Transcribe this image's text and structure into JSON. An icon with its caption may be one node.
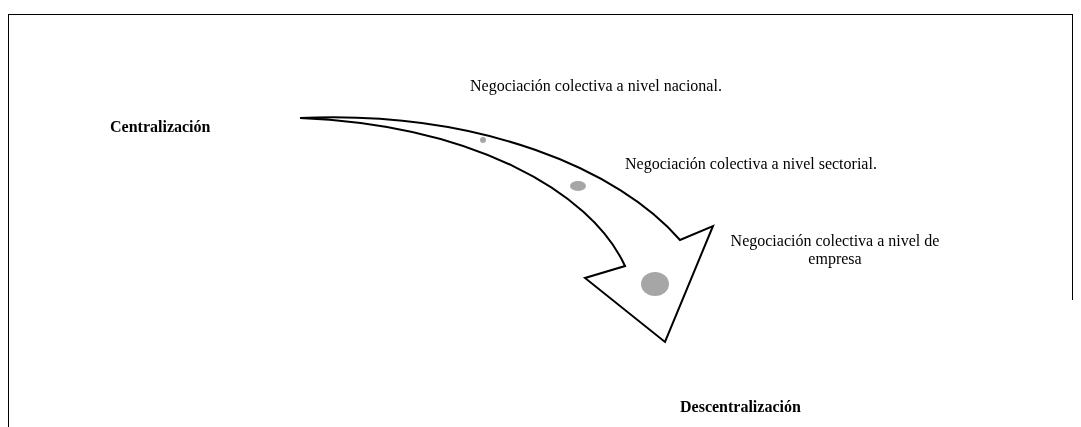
{
  "diagram": {
    "nodes": [
      {
        "text": [
          "Centralización"
        ]
      },
      {
        "text": [
          "Descentralización"
        ]
      },
      {
        "text": [],
        "shape": "circle",
        "beside": [
          "Negociación colectiva a nivel nacional."
        ]
      },
      {
        "text": [],
        "shape": "circle",
        "beside": [
          "Negociación colectiva a nivel sectorial."
        ]
      },
      {
        "text": [],
        "shape": "circle",
        "beside": [
          "Negociación colectiva a nivel de empresa"
        ]
      }
    ],
    "edges": [
      {
        "from": 0,
        "to": 1,
        "arrow": "to",
        "style": "thick"
      }
    ]
  }
}
